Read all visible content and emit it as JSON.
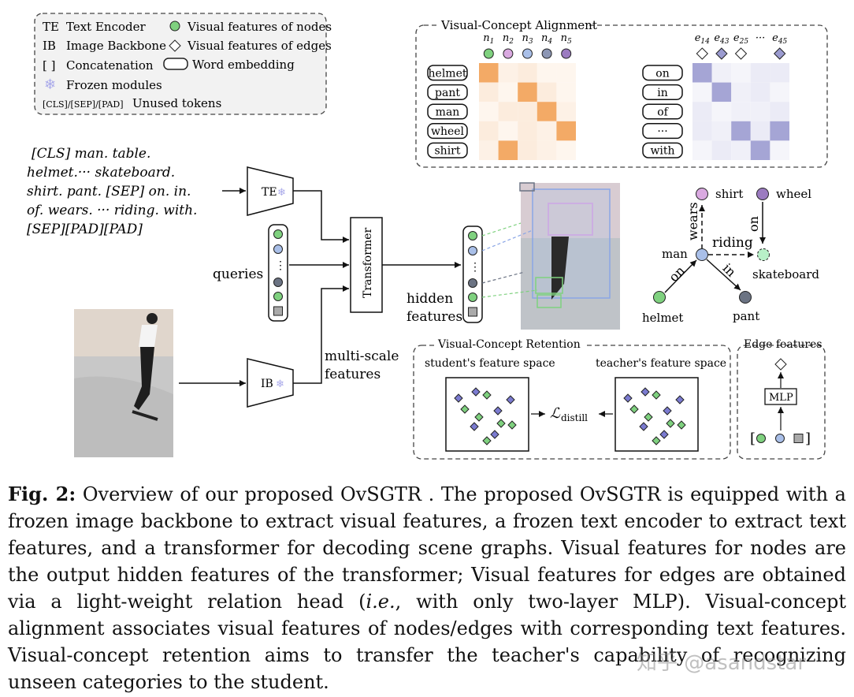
{
  "legend": {
    "te": "TE",
    "te_label": "Text Encoder",
    "ib": "IB",
    "ib_label": "Image Backbone",
    "concat_sym": "[ ]",
    "concat_label": "Concatenation",
    "frozen_label": "Frozen modules",
    "unused_tokens": "[CLS]/[SEP]/[PAD]",
    "unused_label": "Unused tokens",
    "node_feat": "Visual features of nodes",
    "edge_feat": "Visual features of edges",
    "word_emb": "Word embedding"
  },
  "text_prompt": [
    "[CLS] man. table.",
    "helmet.··· skateboard.",
    "shirt. pant. [SEP] on. in.",
    "of. wears. ··· riding. with.",
    "[SEP][PAD][PAD]"
  ],
  "te_box": "TE",
  "ib_box": "IB",
  "queries_label": "queries",
  "transformer_label": "Transformer",
  "hidden_features_label": [
    "hidden",
    "features"
  ],
  "multiscale_label": [
    "multi-scale",
    "features"
  ],
  "alignment": {
    "title": "Visual-Concept Alignment",
    "node_cols": [
      "n1",
      "n2",
      "n3",
      "n4",
      "n5"
    ],
    "node_rows": [
      "helmet",
      "pant",
      "man",
      "wheel",
      "shirt"
    ],
    "node_colors": [
      "#7fd17f",
      "#d9a9e0",
      "#a9bfe8",
      "#8c96b4",
      "#9b7bc0"
    ],
    "node_matrix": [
      [
        0.9,
        0.15,
        0.2,
        0.1,
        0.1
      ],
      [
        0.2,
        0.1,
        0.9,
        0.2,
        0.1
      ],
      [
        0.1,
        0.2,
        0.2,
        0.9,
        0.15
      ],
      [
        0.2,
        0.1,
        0.2,
        0.15,
        0.9
      ],
      [
        0.15,
        0.9,
        0.2,
        0.15,
        0.1
      ]
    ],
    "edge_cols": [
      "e14",
      "e43",
      "e25",
      "···",
      "e45"
    ],
    "edge_rows": [
      "on",
      "in",
      "of",
      "···",
      "with"
    ],
    "edge_col_fills": [
      "#ffffff",
      "#9b9bd0",
      "#ffffff",
      "#ffffff",
      "#9b9bd0"
    ],
    "edge_matrix": [
      [
        0.9,
        0.15,
        0.1,
        0.2,
        0.2
      ],
      [
        0.1,
        0.9,
        0.15,
        0.2,
        0.1
      ],
      [
        0.2,
        0.1,
        0.15,
        0.15,
        0.2
      ],
      [
        0.2,
        0.15,
        0.9,
        0.2,
        0.9
      ],
      [
        0.1,
        0.2,
        0.15,
        0.9,
        0.1
      ]
    ]
  },
  "scene_graph": {
    "nodes": {
      "shirt": "shirt",
      "wheel": "wheel",
      "man": "man",
      "skateboard": "skateboard",
      "helmet": "helmet",
      "pant": "pant"
    },
    "edges": {
      "wears": "wears",
      "on_wheel": "on",
      "riding": "riding",
      "on_man": "on",
      "in": "in"
    }
  },
  "retention": {
    "title": "Visual-Concept Retention",
    "student": "student's feature space",
    "teacher": "teacher's feature space",
    "loss": "distill"
  },
  "edge_features": {
    "title": "Edge features",
    "mlp": "MLP"
  },
  "caption": {
    "label": "Fig. 2:",
    "p1": " Overview of our proposed OvSGTR . The proposed OvSGTR is equipped with a frozen image backbone to extract visual features, a frozen text encoder to extract text features, and a transformer for decoding scene graphs. Visual features for nodes are the output hidden features of the transformer; Visual features for edges are obtained via a light-weight relation head (",
    "ie": "i.e.",
    "p2": ", with only two-layer MLP). Visual-concept alignment associates visual features of nodes/edges with corresponding text features. Visual-concept retention aims to transfer the teacher's capability of recognizing unseen categories to the student."
  },
  "watermark": "知乎 @asandstar",
  "colors": {
    "node_green": "#7fd17f",
    "node_blue": "#a9bfe8",
    "node_gray": "#6b7383",
    "edge_fill": "#9b9bd0",
    "frozen": "#a9a9ea",
    "heat_orange": "#f2a055",
    "heat_purple": "#9b9bd0"
  }
}
